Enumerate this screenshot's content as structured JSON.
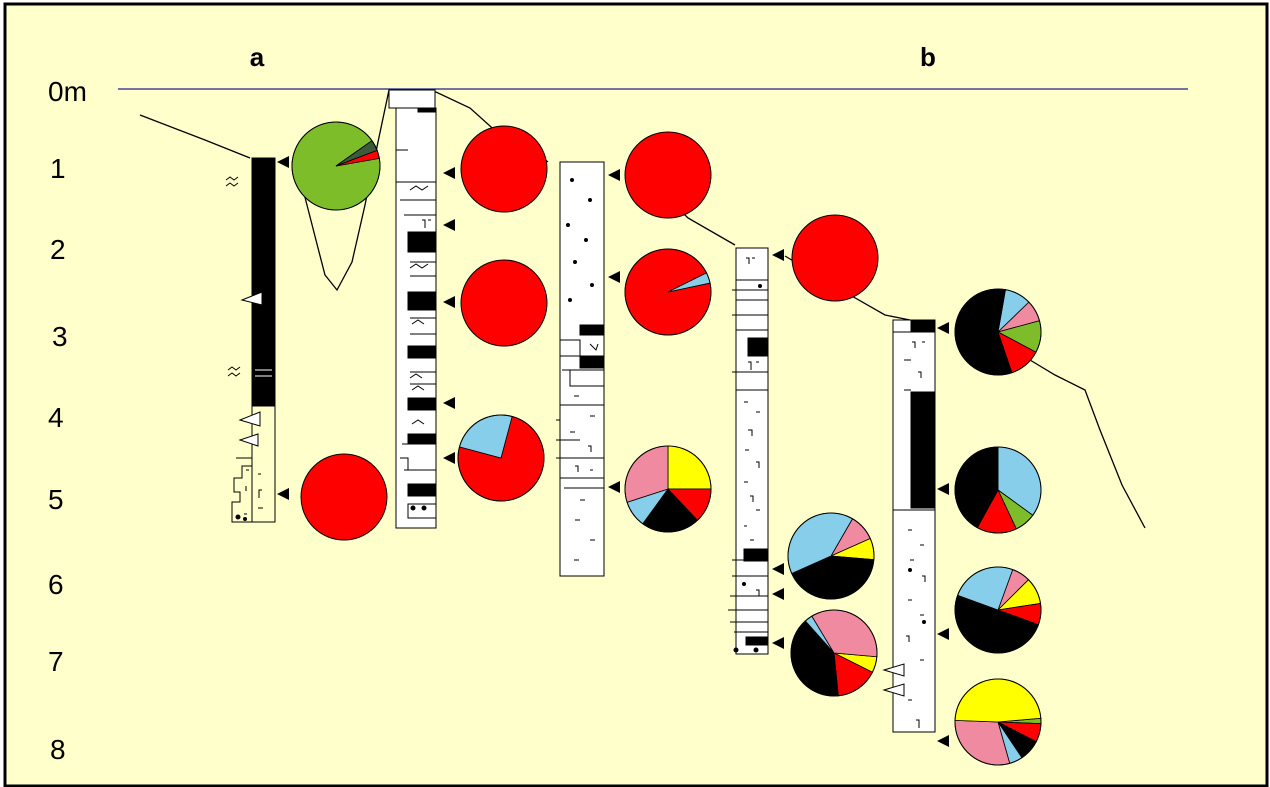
{
  "section_labels": {
    "a": "a",
    "b": "b"
  },
  "depth_labels": [
    "0m",
    "1",
    "2",
    "3",
    "4",
    "5",
    "6",
    "7",
    "8"
  ],
  "colors": {
    "background": "#ffffcc",
    "red": "#ff0000",
    "green": "#7dbd2a",
    "dark_green": "#3b5b3b",
    "light_blue": "#87ceeb",
    "pink": "#f08aa0",
    "yellow": "#ffff00",
    "black": "#000000",
    "reference_line": "#222288"
  },
  "pie_charts": [
    {
      "id": "a1",
      "composition": [
        {
          "c": "green",
          "v": 0.9
        },
        {
          "c": "dark_green",
          "v": 0.04
        },
        {
          "c": "red",
          "v": 0.03
        }
      ]
    },
    {
      "id": "a2",
      "composition": [
        {
          "c": "red",
          "v": 1
        }
      ]
    },
    {
      "id": "c2-1",
      "composition": [
        {
          "c": "red",
          "v": 1
        }
      ]
    },
    {
      "id": "c2-2",
      "composition": [
        {
          "c": "red",
          "v": 1
        }
      ]
    },
    {
      "id": "c2-3",
      "composition": [
        {
          "c": "red",
          "v": 0.75
        },
        {
          "c": "light_blue",
          "v": 0.25
        }
      ]
    },
    {
      "id": "c3-1",
      "composition": [
        {
          "c": "red",
          "v": 1
        }
      ]
    },
    {
      "id": "c3-2",
      "composition": [
        {
          "c": "red",
          "v": 0.96
        },
        {
          "c": "light_blue",
          "v": 0.04
        }
      ]
    },
    {
      "id": "c3-3",
      "composition": [
        {
          "c": "yellow",
          "v": 0.25
        },
        {
          "c": "red",
          "v": 0.13
        },
        {
          "c": "black",
          "v": 0.22
        },
        {
          "c": "light_blue",
          "v": 0.1
        },
        {
          "c": "pink",
          "v": 0.3
        }
      ]
    },
    {
      "id": "c4-1",
      "composition": [
        {
          "c": "red",
          "v": 1
        }
      ]
    },
    {
      "id": "c4-2",
      "composition": [
        {
          "c": "pink",
          "v": 0.1
        },
        {
          "c": "yellow",
          "v": 0.08
        },
        {
          "c": "black",
          "v": 0.42
        },
        {
          "c": "light_blue",
          "v": 0.4
        }
      ]
    },
    {
      "id": "c4-3",
      "composition": [
        {
          "c": "yellow",
          "v": 0.06
        },
        {
          "c": "red",
          "v": 0.16
        },
        {
          "c": "black",
          "v": 0.4
        },
        {
          "c": "light_blue",
          "v": 0.03
        },
        {
          "c": "pink",
          "v": 0.35
        }
      ]
    },
    {
      "id": "b1",
      "composition": [
        {
          "c": "light_blue",
          "v": 0.1
        },
        {
          "c": "pink",
          "v": 0.08
        },
        {
          "c": "green",
          "v": 0.12
        },
        {
          "c": "red",
          "v": 0.12
        },
        {
          "c": "black",
          "v": 0.58
        }
      ]
    },
    {
      "id": "b2",
      "composition": [
        {
          "c": "light_blue",
          "v": 0.35
        },
        {
          "c": "green",
          "v": 0.08
        },
        {
          "c": "red",
          "v": 0.15
        },
        {
          "c": "black",
          "v": 0.42
        }
      ]
    },
    {
      "id": "b3",
      "composition": [
        {
          "c": "pink",
          "v": 0.07
        },
        {
          "c": "yellow",
          "v": 0.1
        },
        {
          "c": "red",
          "v": 0.08
        },
        {
          "c": "black",
          "v": 0.5
        },
        {
          "c": "light_blue",
          "v": 0.25
        }
      ]
    },
    {
      "id": "b4",
      "composition": [
        {
          "c": "green",
          "v": 0.02
        },
        {
          "c": "red",
          "v": 0.07
        },
        {
          "c": "black",
          "v": 0.08
        },
        {
          "c": "light_blue",
          "v": 0.05
        },
        {
          "c": "pink",
          "v": 0.3
        },
        {
          "c": "yellow",
          "v": 0.48
        }
      ]
    }
  ]
}
